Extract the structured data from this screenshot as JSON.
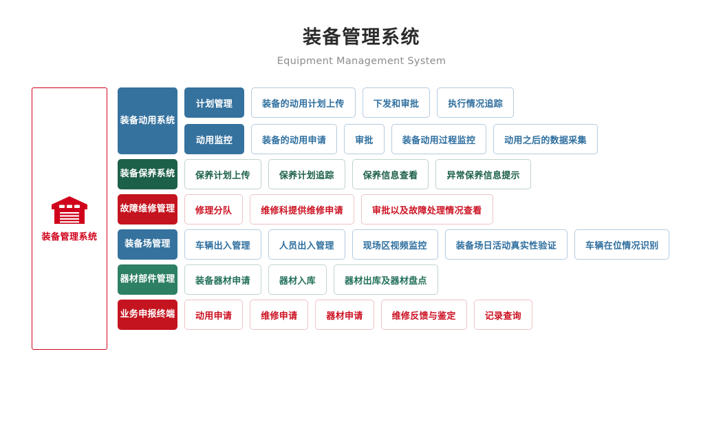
{
  "header": {
    "title": "装备管理系统",
    "subtitle": "Equipment Management System"
  },
  "brand": {
    "icon": "warehouse-icon",
    "label": "装备管理系统",
    "color": "#d0021b"
  },
  "colors": {
    "blue": "#35729e",
    "green_dark": "#1d6049",
    "green_mid": "#2d8063",
    "red": "#c4141f",
    "leaf_blue_border": "#b3cbe0",
    "leaf_green_border": "#bfd2ca",
    "leaf_red_border": "#eec3c6"
  },
  "rows": [
    {
      "category": "装备动用系统",
      "theme": "blue",
      "subrows": [
        {
          "sub": "计划管理",
          "leaves": [
            "装备的动用计划上传",
            "下发和审批",
            "执行情况追踪"
          ]
        },
        {
          "sub": "动用监控",
          "leaves": [
            "装备的动用申请",
            "审批",
            "装备动用过程监控",
            "动用之后的数据采集"
          ]
        }
      ]
    },
    {
      "category": "装备保养系统",
      "theme": "green",
      "subrows": [
        {
          "sub": null,
          "leaves": [
            "保养计划上传",
            "保养计划追踪",
            "保养信息查看",
            "异常保养信息提示"
          ]
        }
      ]
    },
    {
      "category": "故障维修管理",
      "theme": "red",
      "subrows": [
        {
          "sub": null,
          "leaves": [
            "修理分队",
            "维修科提供维修申请",
            "审批以及故障处理情况查看"
          ]
        }
      ]
    },
    {
      "category": "装备场管理",
      "theme": "blue",
      "subrows": [
        {
          "sub": null,
          "leaves": [
            "车辆出入管理",
            "人员出入管理",
            "现场区视频监控",
            "装备场日活动真实性验证",
            "车辆在位情况识别"
          ]
        }
      ]
    },
    {
      "category": "器材部件管理",
      "theme": "green2",
      "subrows": [
        {
          "sub": null,
          "leaves": [
            "装备器材申请",
            "器材入库",
            "器材出库及器材盘点"
          ]
        }
      ]
    },
    {
      "category": "业务申报终端",
      "theme": "red2",
      "subrows": [
        {
          "sub": null,
          "leaves": [
            "动用申请",
            "维修申请",
            "器材申请",
            "维修反馈与鉴定",
            "记录查询"
          ]
        }
      ]
    }
  ]
}
